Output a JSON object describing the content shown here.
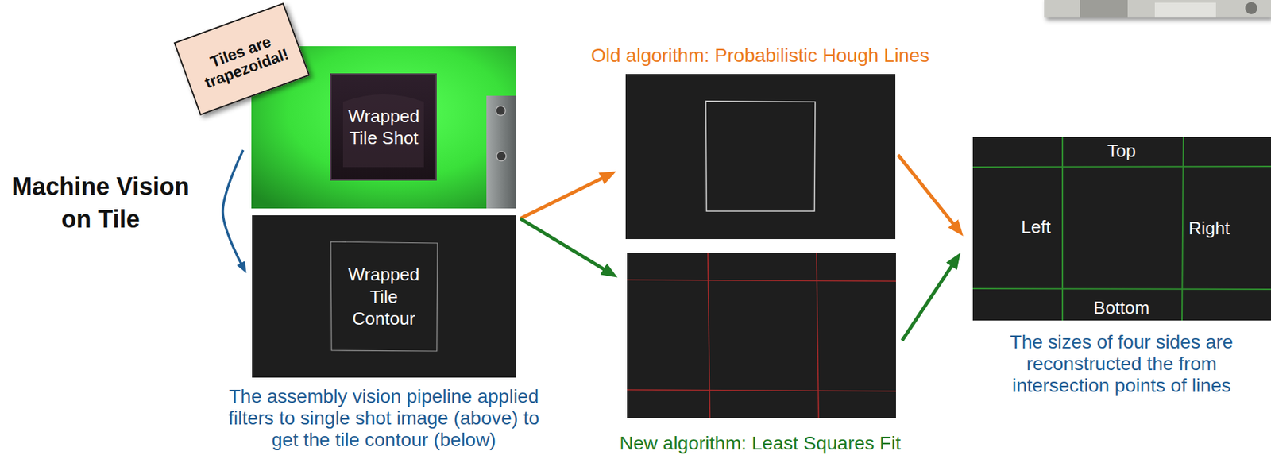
{
  "diagram": {
    "nodes": [
      {
        "text": [
          "Tiles are trapezoidal!"
        ]
      },
      {
        "text": [
          "Wrapped Tile Shot"
        ]
      },
      {
        "text": [
          "Wrapped Tile Contour",
          "The assembly vision pipeline applied filters to single shot image (above) to get the tile contour (below)"
        ]
      },
      {
        "text": [
          "Old algorithm: Probabilistic Hough Lines"
        ]
      },
      {
        "text": [
          "New algorithm: Least Squares Fit"
        ]
      },
      {
        "text": [
          "Top",
          "Left",
          "Right",
          "Bottom",
          "The sizes of four sides are reconstructed the from intersection points of lines"
        ]
      }
    ],
    "edges": [
      {
        "from": 1,
        "to": 2,
        "arrow": "to"
      },
      {
        "from": 2,
        "to": 3,
        "arrow": "to"
      },
      {
        "from": 2,
        "to": 4,
        "arrow": "to"
      },
      {
        "from": 3,
        "to": 5,
        "arrow": "to"
      },
      {
        "from": 4,
        "to": 5,
        "arrow": "to"
      }
    ],
    "labels": [
      "Machine Vision on Tile"
    ]
  }
}
